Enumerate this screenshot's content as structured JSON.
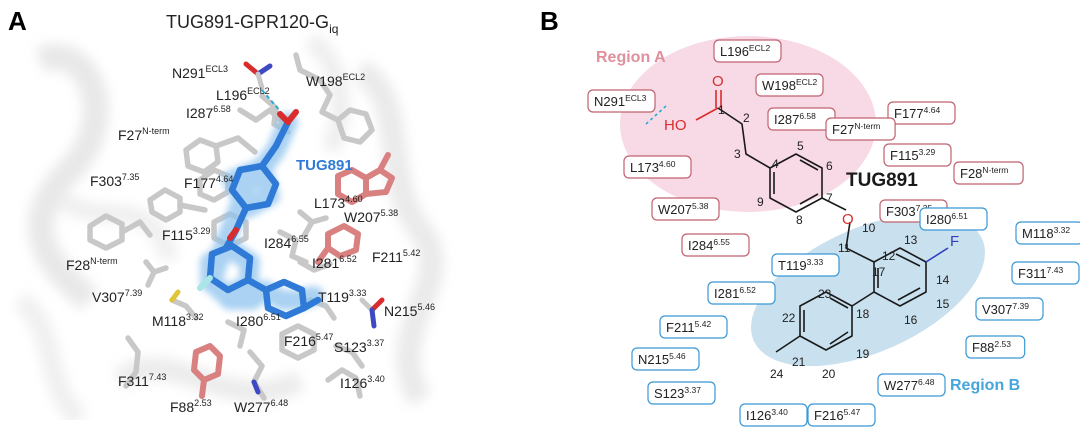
{
  "colors": {
    "ligand": "#2f7ad6",
    "ligand_glow": "#8fc3ee",
    "red_box": "#c0626f",
    "blue_box": "#3a98d5",
    "region_a_fill": "#f7d3e2",
    "region_b_fill": "#bfdaeb",
    "region_a_text": "#e08f9c",
    "region_b_text": "#46a6dc",
    "oxygen": "#d92c2c",
    "fluorine": "#2f3fbf",
    "salmon_residue": "#d98080",
    "grey_residue": "#c8c8c8",
    "hbond": "#2aa9d8"
  },
  "panel_a": {
    "letter": "A",
    "title_main": "TUG891-GPR120-G",
    "title_sub": "iq",
    "ligand_label": "TUG891",
    "residues": [
      {
        "id": "n291",
        "name": "N291",
        "sup": "ECL3"
      },
      {
        "id": "w198",
        "name": "W198",
        "sup": "ECL2"
      },
      {
        "id": "l196",
        "name": "L196",
        "sup": "ECL2"
      },
      {
        "id": "i287",
        "name": "I287",
        "sup": "6.58"
      },
      {
        "id": "f27",
        "name": "F27",
        "sup": "N-term"
      },
      {
        "id": "f177",
        "name": "F177",
        "sup": "4.64"
      },
      {
        "id": "f303",
        "name": "F303",
        "sup": "7.35"
      },
      {
        "id": "w207",
        "name": "W207",
        "sup": "5.38"
      },
      {
        "id": "l173",
        "name": "L173",
        "sup": "4.60"
      },
      {
        "id": "f115",
        "name": "F115",
        "sup": "3.29"
      },
      {
        "id": "i284",
        "name": "I284",
        "sup": "6.55"
      },
      {
        "id": "f28",
        "name": "F28",
        "sup": "N-term"
      },
      {
        "id": "i281",
        "name": "I281",
        "sup": "6.52"
      },
      {
        "id": "f211",
        "name": "F211",
        "sup": "5.42"
      },
      {
        "id": "v307",
        "name": "V307",
        "sup": "7.39"
      },
      {
        "id": "t119",
        "name": "T119",
        "sup": "3.33"
      },
      {
        "id": "n215",
        "name": "N215",
        "sup": "5.46"
      },
      {
        "id": "m118",
        "name": "M118",
        "sup": "3.32"
      },
      {
        "id": "i280",
        "name": "I280",
        "sup": "6.51"
      },
      {
        "id": "f216",
        "name": "F216",
        "sup": "5.47"
      },
      {
        "id": "s123",
        "name": "S123",
        "sup": "3.37"
      },
      {
        "id": "f311",
        "name": "F311",
        "sup": "7.43"
      },
      {
        "id": "i126",
        "name": "I126",
        "sup": "3.40"
      },
      {
        "id": "f88",
        "name": "F88",
        "sup": "2.53"
      },
      {
        "id": "w277",
        "name": "W277",
        "sup": "6.48"
      }
    ]
  },
  "panel_b": {
    "letter": "B",
    "region_a": "Region A",
    "region_b": "Region B",
    "ligand_label": "TUG891",
    "atoms": {
      "o_carbonyl": "O",
      "hydroxyl": "HO",
      "o_ether": "O",
      "fluorine": "F"
    },
    "atom_numbers": [
      "1",
      "2",
      "3",
      "4",
      "5",
      "6",
      "7",
      "8",
      "9",
      "10",
      "11",
      "12",
      "13",
      "14",
      "15",
      "16",
      "17",
      "18",
      "19",
      "20",
      "21",
      "22",
      "23",
      "24"
    ],
    "red_residues": [
      {
        "name": "L196",
        "sup": "ECL2"
      },
      {
        "name": "N291",
        "sup": "ECL3"
      },
      {
        "name": "W198",
        "sup": "ECL2"
      },
      {
        "name": "I287",
        "sup": "6.58"
      },
      {
        "name": "F177",
        "sup": "4.64"
      },
      {
        "name": "F27",
        "sup": "N-term"
      },
      {
        "name": "F115",
        "sup": "3.29"
      },
      {
        "name": "L173",
        "sup": "4.60"
      },
      {
        "name": "F28",
        "sup": "N-term"
      },
      {
        "name": "W207",
        "sup": "5.38"
      },
      {
        "name": "F303",
        "sup": "7.35"
      },
      {
        "name": "I284",
        "sup": "6.55"
      }
    ],
    "blue_residues": [
      {
        "name": "I280",
        "sup": "6.51"
      },
      {
        "name": "M118",
        "sup": "3.32"
      },
      {
        "name": "T119",
        "sup": "3.33"
      },
      {
        "name": "F311",
        "sup": "7.43"
      },
      {
        "name": "I281",
        "sup": "6.52"
      },
      {
        "name": "V307",
        "sup": "7.39"
      },
      {
        "name": "F211",
        "sup": "5.42"
      },
      {
        "name": "F88",
        "sup": "2.53"
      },
      {
        "name": "N215",
        "sup": "5.46"
      },
      {
        "name": "W277",
        "sup": "6.48"
      },
      {
        "name": "S123",
        "sup": "3.37"
      },
      {
        "name": "I126",
        "sup": "3.40"
      },
      {
        "name": "F216",
        "sup": "5.47"
      }
    ]
  }
}
